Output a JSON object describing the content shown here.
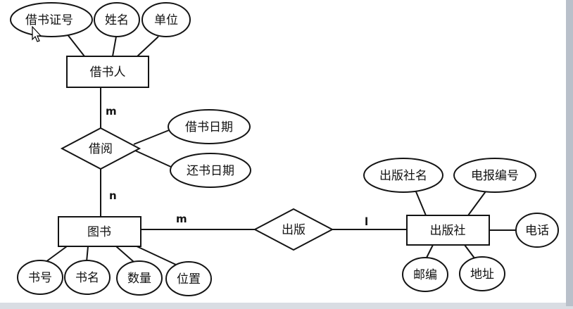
{
  "entities": {
    "borrower": "借书人",
    "book": "图书",
    "publisher": "出版社"
  },
  "relationships": {
    "borrow": "借阅",
    "publish": "出版"
  },
  "attributes": {
    "borrower": [
      "借书证号",
      "姓名",
      "单位"
    ],
    "borrow": [
      "借书日期",
      "还书日期"
    ],
    "book": [
      "书号",
      "书名",
      "数量",
      "位置"
    ],
    "publisher": [
      "出版社名",
      "电报编号",
      "电话",
      "邮编",
      "地址"
    ]
  },
  "cardinality": {
    "borrower_borrow": "m",
    "borrow_book": "n",
    "book_publish": "m",
    "publish_publisher": "l"
  }
}
